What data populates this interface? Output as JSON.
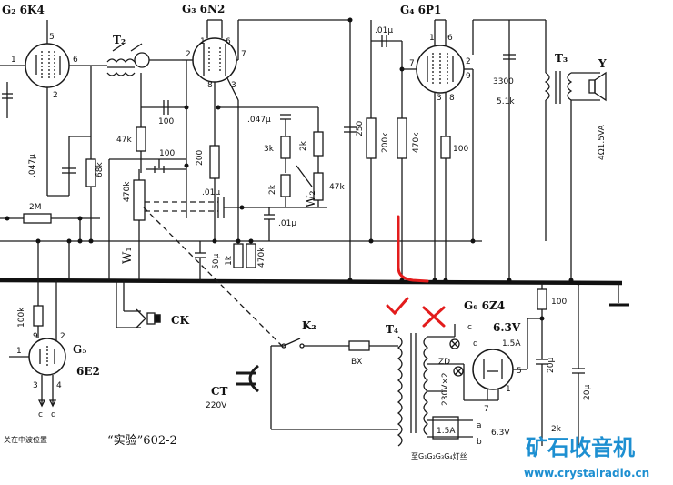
{
  "tubes": {
    "g2": "G₂ 6K4",
    "g3": "G₃ 6N2",
    "g4": "G₄ 6P1",
    "g5": "G₅",
    "g5_type": "6E2",
    "g6": "G₆ 6Z4"
  },
  "transformers": {
    "t2": "T₂",
    "t3": "T₃",
    "t4": "T₄"
  },
  "components": {
    "c_047": ".047μ",
    "r_68k": "68k",
    "r_2m": "2M",
    "r_100k": "100k",
    "r_47k_a": "47k",
    "c_100_a": "100",
    "c_100_b": "100",
    "r_470k_w1": "470k",
    "w1": "W₁",
    "r_200": "200",
    "c_01_a": ".01μ",
    "c_50u": "50μ",
    "r_1k": "1k",
    "r_470k_b": "470k",
    "c_047_b": ".047μ",
    "r_3k": "3k",
    "r_2k_a": "2k",
    "r_2k_b": "2k",
    "r_47k_b": "47k",
    "w2": "W₂",
    "c_01_b": ".01μ",
    "c_250": "250",
    "r_200k": "200k",
    "c_01_c": ".01μ",
    "r_470k_c": "470k",
    "r_100_a": "100",
    "c_3300": "3300",
    "r_51k": "5.1k",
    "speaker_label": "4Ω1.5VA",
    "speaker_ref": "Y",
    "r_100_b": "100",
    "c_20u_a": "20μ",
    "c_20u_b": "20μ",
    "r_2k_c": "2k",
    "ck": "CK",
    "k2": "K₂",
    "bx": "BX",
    "ct": "CT",
    "mains_voltage": "220V",
    "zd": "ZD",
    "v63_top": "6.3V",
    "v63_bottom": "6.3V",
    "a15_top": "1.5A",
    "a15_bottom": "1.5A",
    "v230": "230V×2",
    "pin_c": "c",
    "pin_d": "d",
    "pin_a": "a",
    "pin_b": "b",
    "left_cut": "1"
  },
  "pins": {
    "g2_5": "5",
    "g2_6": "6",
    "g2_2": "2",
    "g3_1": "1",
    "g3_6": "6",
    "g3_2": "2",
    "g3_7": "7",
    "g3_8": "8",
    "g3_3": "3",
    "g4_1": "1",
    "g4_6": "6",
    "g4_7": "7",
    "g4_2": "2",
    "g4_9": "9",
    "g4_3": "3",
    "g4_8": "8",
    "g5_1": "1",
    "g5_9": "9",
    "g5_2": "2",
    "g5_3": "3",
    "g5_4": "4",
    "g6_1": "1",
    "g6_7": "7",
    "g6_5": "5"
  },
  "captions": {
    "note_left": "关在中波位置",
    "model": "“实验”602-2",
    "heater_note": "至G₁G₂G₃G₄灯丝"
  },
  "watermark": {
    "name": "矿石收音机",
    "url": "www.crystalradio.cn"
  },
  "colors": {
    "ink": "#1a1a1a",
    "annotation_red": "#e31c1c",
    "watermark_blue": "#1d8fd1"
  }
}
